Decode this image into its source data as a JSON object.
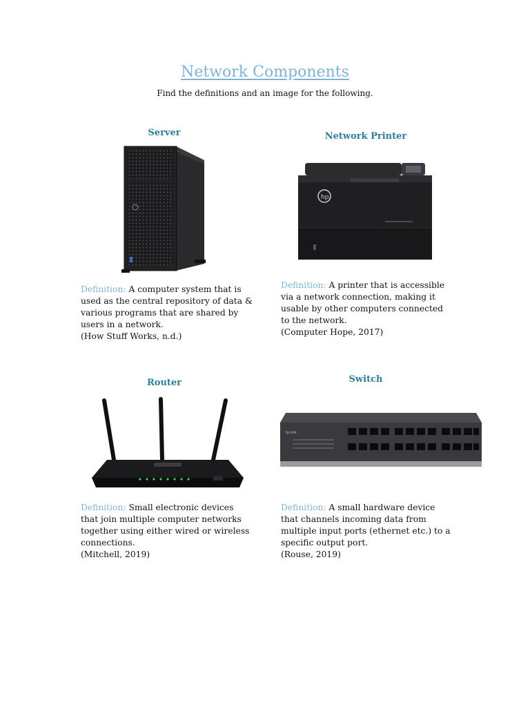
{
  "page": {
    "title": "Network Components",
    "subtitle": "Find the definitions and an image for the following."
  },
  "components": [
    {
      "heading": "Server",
      "definition_label": "Definition:",
      "definition_text": " A computer system that is used as the central repository of data & various programs that are shared by users in a network.",
      "citation": " (How Stuff Works, n.d.)"
    },
    {
      "heading": "Network Printer",
      "definition_label": "Definition:",
      "definition_text": " A printer that is accessible via a network connection, making it usable by other computers connected to the network.",
      "citation": "(Computer Hope, 2017)"
    },
    {
      "heading": "Router",
      "definition_label": "Definition:",
      "definition_text": " Small electronic devices that join multiple computer networks together using either wired or wireless connections.",
      "citation": "(Mitchell, 2019)"
    },
    {
      "heading": "Switch",
      "definition_label": "Definition:",
      "definition_text": " A small hardware device that channels incoming data from multiple input ports (ethernet etc.) to a specific output port.",
      "citation": " (Rouse, 2019)"
    }
  ],
  "colors": {
    "title": "#7fb3d3",
    "heading": "#2e7d99",
    "definition_label": "#7fb3d3"
  },
  "icons": [
    "server-tower-image",
    "network-printer-image",
    "wireless-router-image",
    "network-switch-image"
  ]
}
